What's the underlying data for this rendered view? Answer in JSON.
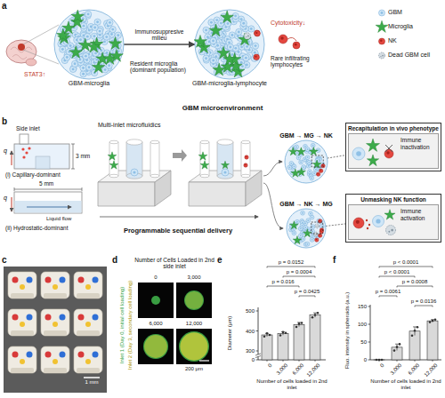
{
  "diagram": {
    "nodes": [
      {
        "text": [
          "GBM-microglia"
        ]
      },
      {
        "text": [
          "GBM-microglia-lymphocyte"
        ]
      },
      {
        "text": [
          "GBM → MG → NK"
        ]
      },
      {
        "text": [
          "Recapitulation in vivo phenotype"
        ]
      },
      {
        "text": [
          "Immune inactivation"
        ],
        "in": 3
      },
      {
        "text": [
          "GBM → NK → MG"
        ]
      },
      {
        "text": [
          "Unmasking NK function"
        ]
      },
      {
        "text": [
          "Immune activation"
        ],
        "in": 6
      }
    ],
    "edges": [
      {
        "from": 0,
        "to": 1,
        "label": "Immunosuppresive milieu",
        "arrow": "to"
      },
      {
        "from": 2,
        "to": 3,
        "arrow": "none"
      },
      {
        "from": 5,
        "to": 6,
        "arrow": "none"
      }
    ],
    "labels": [
      "a",
      "STAT3↑",
      "Resident microglia (dominant population)",
      "Cytotoxicity↓",
      "Rare infiltrating lymphocytes",
      "GBM microenvironment",
      "b",
      "Side inlet",
      "3 mm",
      "q",
      "(i) Capillary-dominant",
      "5 mm",
      "q",
      "Liquid flow",
      "(ii) Hydrostatic-dominant",
      "Multi-inlet microfluidics",
      "Programmable sequential delivery",
      "c",
      "1 mm",
      "d",
      "Number of Cells Loaded in 2nd side inlet",
      "Inlet 1 (Day 0, initial cell loading)",
      "Inlet 2 (Day 3, secondary cell loading)",
      "0",
      "3,000",
      "6,000",
      "12,000",
      "200 μm",
      "e",
      "p = 0.0152",
      "p = 0.0004",
      "p = 0.016",
      "p = 0.0425",
      "Diameter (μm)",
      "500",
      "400",
      "300",
      "0",
      "0",
      "3,000",
      "6,000",
      "12,000",
      "Number of cells loaded in 2nd inlet",
      "f",
      "p < 0.0001",
      "p < 0.0001",
      "p = 0.0008",
      "p = 0.0061",
      "p = 0.0136",
      "Fluo. intensity in spheroids (a.u.)",
      "150",
      "100",
      "50",
      "0",
      "0",
      "3,000",
      "6,000",
      "12,000",
      "Number of cells loaded in 2nd inlet"
    ],
    "legend": [
      {
        "text": "GBM"
      },
      {
        "text": "Microglia"
      },
      {
        "text": "NK"
      },
      {
        "text": "Dead GBM cell"
      }
    ]
  }
}
